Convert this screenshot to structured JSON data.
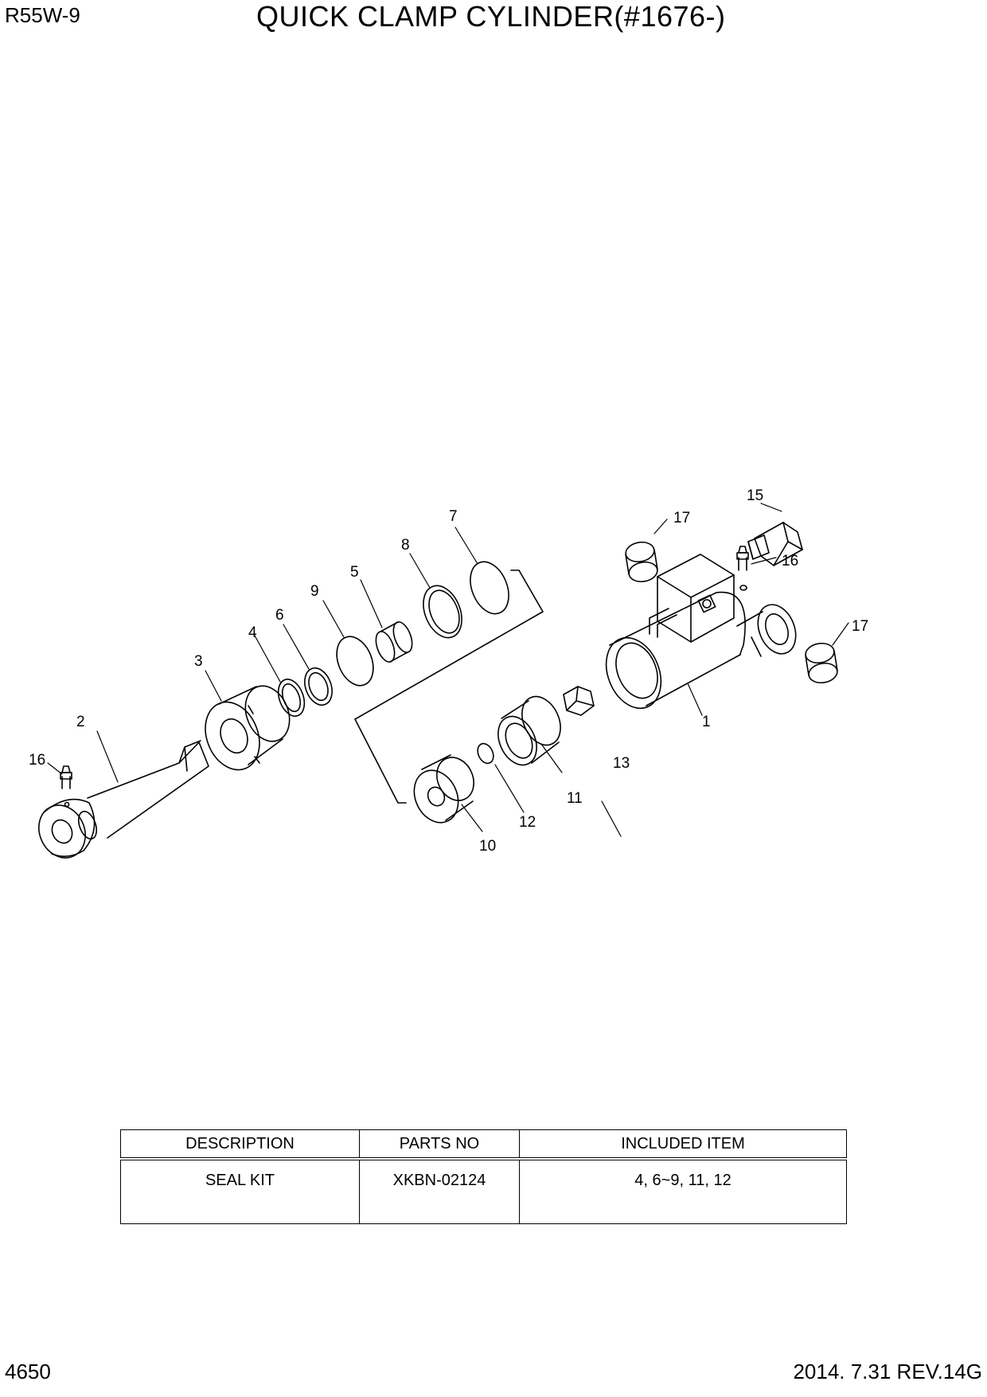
{
  "header": {
    "model": "R55W-9",
    "title": "QUICK CLAMP CYLINDER(#1676-)"
  },
  "footer": {
    "page": "4650",
    "revision": "2014. 7.31 REV.14G"
  },
  "callouts": [
    "1",
    "2",
    "3",
    "4",
    "5",
    "6",
    "7",
    "8",
    "9",
    "10",
    "11",
    "12",
    "13",
    "15",
    "16",
    "16",
    "17",
    "17"
  ],
  "kit_table": {
    "headers": [
      "DESCRIPTION",
      "PARTS NO",
      "INCLUDED ITEM"
    ],
    "rows": [
      [
        "SEAL KIT",
        "XKBN-02124",
        "4, 6~9, 11, 12"
      ]
    ]
  }
}
